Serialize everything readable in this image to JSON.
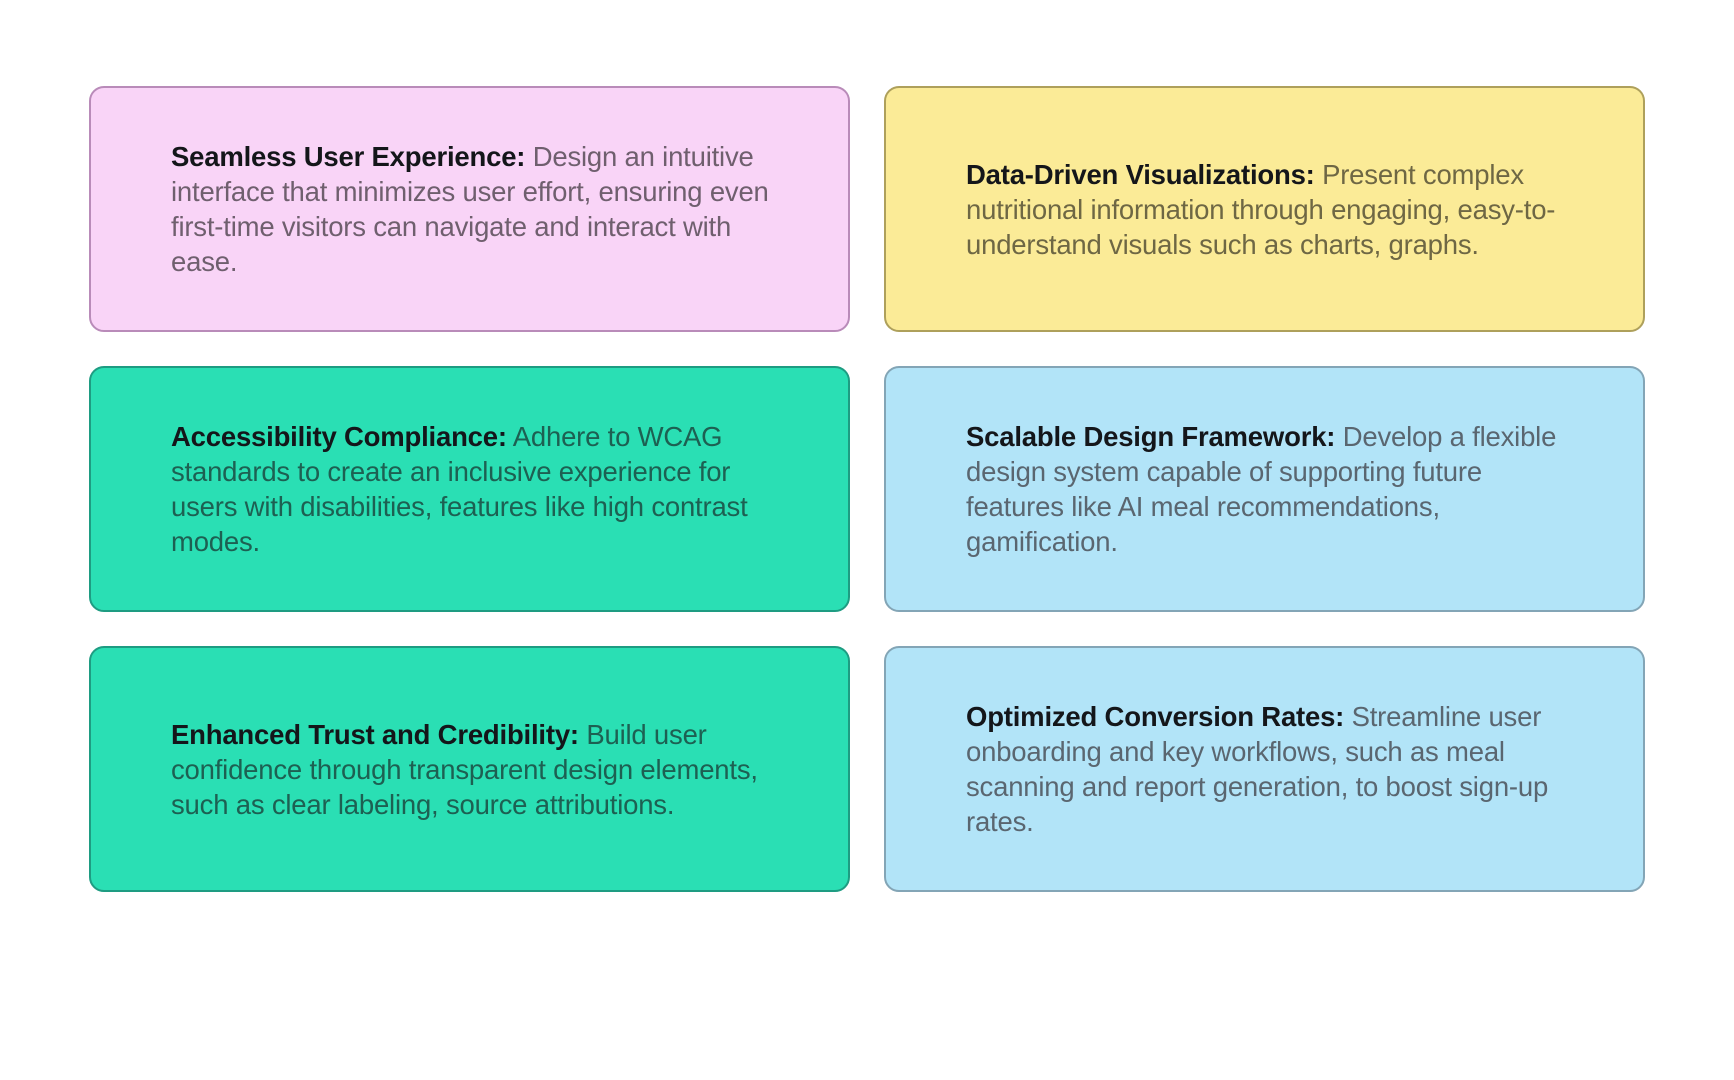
{
  "page": {
    "background_color": "#ffffff",
    "layout": "two-column-three-row-card-grid",
    "card_count": 6
  },
  "cards": [
    {
      "id": "seamless-user-experience",
      "heading": "Seamless User Experience:",
      "body": " Design an intuitive interface that minimizes user effort, ensuring even first-time visitors can navigate and interact with ease.",
      "fill_color": "#F9D4F7",
      "border_color": "#B98BB9",
      "heading_color": "#14161a",
      "body_color": "#6F5F6E",
      "position": "row-1-left"
    },
    {
      "id": "data-driven-visualizations",
      "heading": "Data-Driven Visualizations:",
      "body": " Present complex nutritional information through engaging, easy-to-understand visuals such as charts, graphs.",
      "fill_color": "#FBEB97",
      "border_color": "#AEA05B",
      "heading_color": "#14161a",
      "body_color": "#6E6744",
      "position": "row-1-right"
    },
    {
      "id": "accessibility-compliance",
      "heading": "Accessibility Compliance:",
      "body": " Adhere to WCAG standards to create an inclusive experience for users with disabilities, features like high contrast modes.",
      "fill_color": "#2ADFB4",
      "border_color": "#1E9C82",
      "heading_color": "#0C2A24",
      "body_color": "#1D6052",
      "position": "row-2-left"
    },
    {
      "id": "scalable-design-framework",
      "heading": "Scalable Design Framework:",
      "body": " Develop a flexible design system capable of supporting future features like AI meal recommendations, gamification.",
      "fill_color": "#B2E4F8",
      "border_color": "#83A5B6",
      "heading_color": "#14161a",
      "body_color": "#5A6670",
      "position": "row-2-right"
    },
    {
      "id": "enhanced-trust-and-credibility",
      "heading": "Enhanced Trust and Credibility:",
      "body": " Build user confidence through transparent design elements, such as clear labeling, source attributions.",
      "fill_color": "#2ADFB4",
      "border_color": "#1E9C82",
      "heading_color": "#0C2A24",
      "body_color": "#1D6052",
      "position": "row-3-left"
    },
    {
      "id": "optimized-conversion-rates",
      "heading": "Optimized Conversion Rates:",
      "body": " Streamline user onboarding and key workflows, such as meal scanning and report generation, to boost sign-up rates.",
      "fill_color": "#B2E4F8",
      "border_color": "#83A5B6",
      "heading_color": "#14161a",
      "body_color": "#5A6670",
      "position": "row-3-right"
    }
  ]
}
